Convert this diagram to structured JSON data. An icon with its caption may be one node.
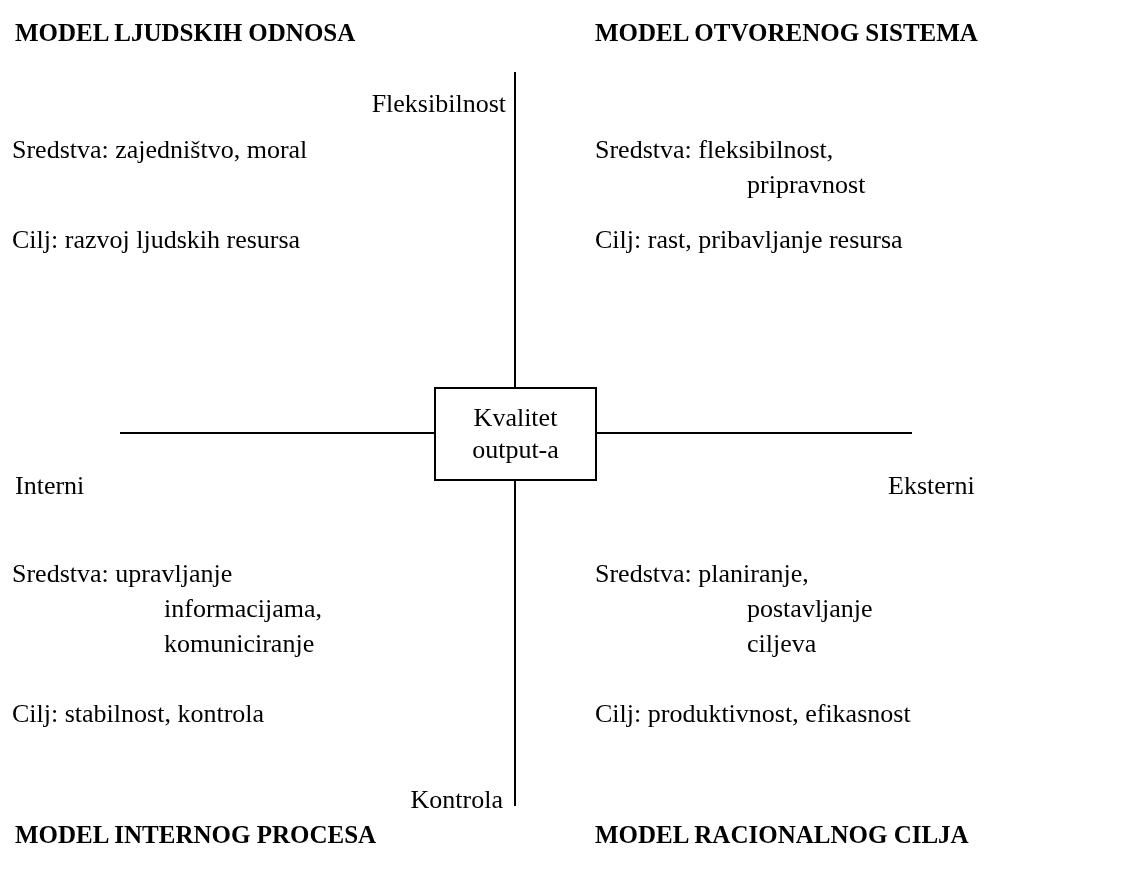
{
  "diagram": {
    "nodes": [
      {
        "text": [
          "Kvalitet output-a"
        ]
      }
    ],
    "labels": [
      "MODEL LJUDSKIH ODNOSA",
      "MODEL OTVORENOG SISTEMA",
      "Fleksibilnost",
      "Sredstva: zajedništvo, moral",
      "Sredstva: fleksibilnost, pripravnost",
      "Cilj: razvoj ljudskih resursa",
      "Cilj: rast, pribavljanje resursa",
      "Interni",
      "Eksterni",
      "Sredstva: upravljanje informacijama, komuniciranje",
      "Sredstva: planiranje, postavljanje ciljeva",
      "Cilj: stabilnost, kontrola",
      "Cilj: produktivnost, efikasnost",
      "Kontrola",
      "MODEL INTERNOG PROCESA",
      "MODEL RACIONALNOG CILJA"
    ]
  }
}
